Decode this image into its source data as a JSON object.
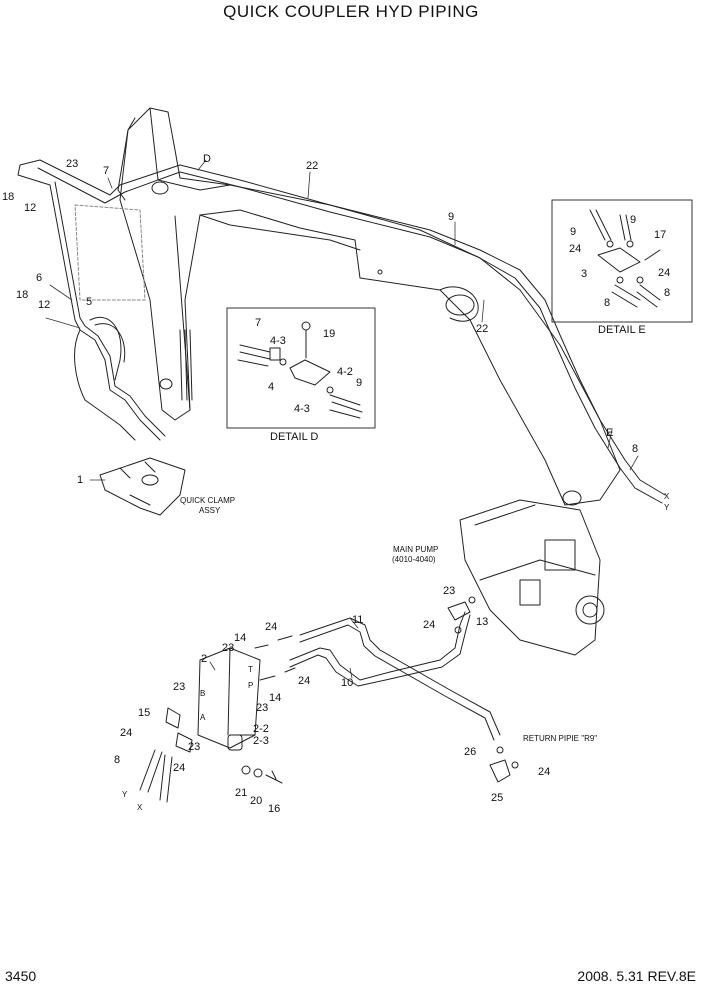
{
  "title": "QUICK COUPLER HYD PIPING",
  "footer": {
    "page": "3450",
    "date_rev": "2008. 5.31  REV.8E"
  },
  "details": {
    "d": "DETAIL  D",
    "e": "DETAIL  E"
  },
  "markers": {
    "d": "D",
    "e": "E",
    "x": "X",
    "y": "Y"
  },
  "notes": {
    "quick_clamp_1": "QUICK CLAMP",
    "quick_clamp_2": "ASSY",
    "main_pump_1": "MAIN PUMP",
    "main_pump_2": "(4010-4040)",
    "return_pipe": "RETURN PIPIE \"R9\""
  },
  "ports": {
    "b": "B",
    "a": "A",
    "t": "T",
    "p": "P"
  },
  "callouts": {
    "c1": "1",
    "c2": "2",
    "c3": "3",
    "c5": "5",
    "c6": "6",
    "c7a": "7",
    "c7b": "7",
    "c8a": "8",
    "c8b": "8",
    "c8c": "8",
    "c8d": "8",
    "c9a": "9",
    "c9b": "9",
    "c9c": "9",
    "c9d": "9",
    "c10": "10",
    "c11": "11",
    "c12a": "12",
    "c12b": "12",
    "c13": "13",
    "c14a": "14",
    "c14b": "14",
    "c15": "15",
    "c16": "16",
    "c17": "17",
    "c18a": "18",
    "c18b": "18",
    "c19": "19",
    "c20": "20",
    "c21": "21",
    "c22a": "22",
    "c22b": "22",
    "c23a": "23",
    "c23b": "23",
    "c23c": "23",
    "c23d": "23",
    "c23e": "23",
    "c23f": "23",
    "c24a": "24",
    "c24b": "24",
    "c24c": "24",
    "c24d": "24",
    "c24e": "24",
    "c24f": "24",
    "c24g": "24",
    "c24h": "24",
    "c25": "25",
    "c26": "26",
    "c4": "4",
    "c4_2": "4-2",
    "c4_3a": "4-3",
    "c4_3b": "4-3",
    "c2_2": "2-2",
    "c2_3": "2-3"
  }
}
